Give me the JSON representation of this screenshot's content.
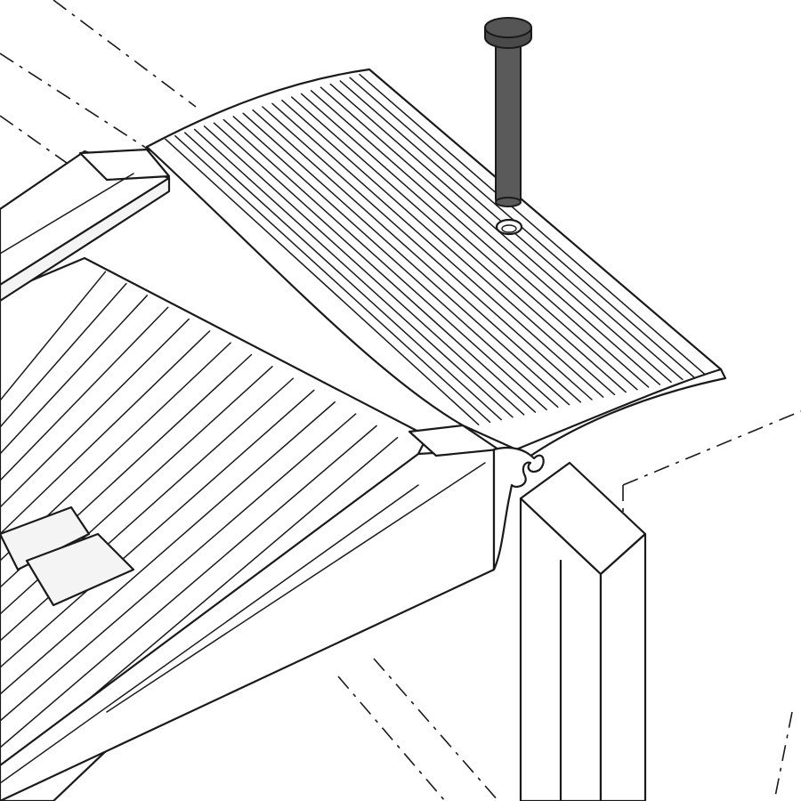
{
  "diagram": {
    "subject": "ramp-with-threshold-plate-and-locking-pin",
    "colors": {
      "line": "#1a1a1a",
      "background": "#ffffff",
      "pin": "#5a5a5a",
      "pin_head": "#4a4a4a"
    },
    "parts": [
      {
        "id": "ramp-deck",
        "icon": "ribbed-ramp-deck"
      },
      {
        "id": "threshold-plate",
        "icon": "ribbed-plate"
      },
      {
        "id": "locking-pin",
        "icon": "pin"
      },
      {
        "id": "pin-hole",
        "icon": "hole"
      },
      {
        "id": "side-rail",
        "icon": "rail"
      },
      {
        "id": "hook-profile",
        "icon": "extrusion-profile"
      },
      {
        "id": "step-block",
        "icon": "block"
      }
    ]
  }
}
